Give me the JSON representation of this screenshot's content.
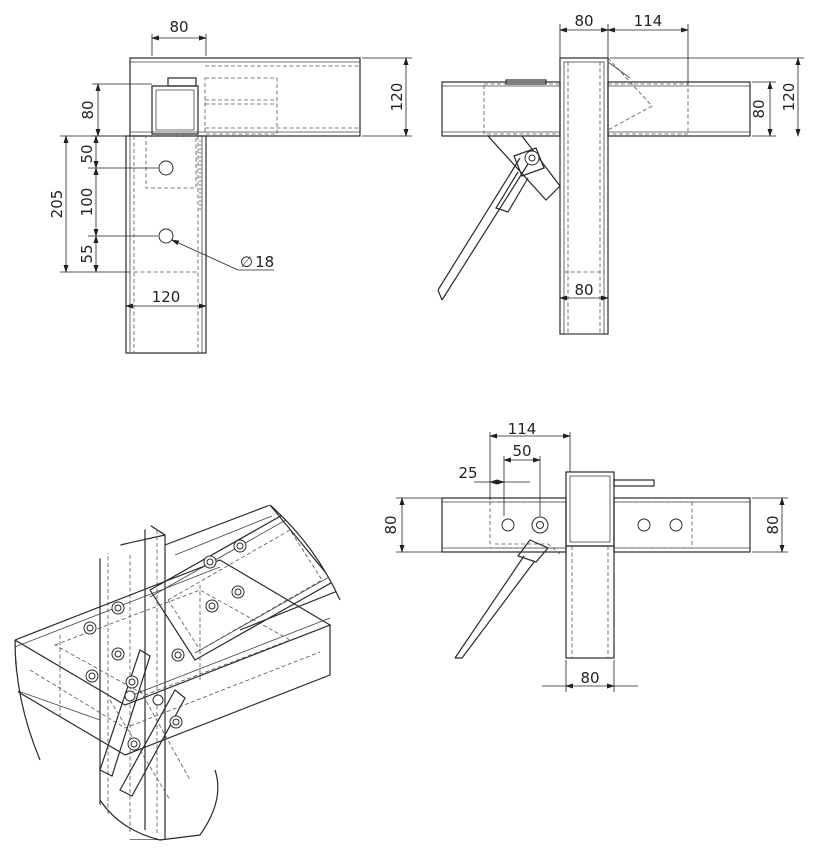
{
  "views": {
    "side_view": {
      "dim_top_width": "80",
      "dim_right_height": "120",
      "dim_upper_left": "80",
      "dim_hole_top": "50",
      "dim_total": "205",
      "dim_hole_spacing": "100",
      "dim_hole_bottom": "55",
      "dim_hole_diameter": "18",
      "dim_bottom_width": "120"
    },
    "front_view": {
      "dim_post_width": "80",
      "dim_offset": "114",
      "dim_beam_height": "80",
      "dim_total_height": "120",
      "dim_post_bottom": "80"
    },
    "top_view": {
      "dim_offset": "114",
      "dim_hole_spacing": "50",
      "dim_edge": "25",
      "dim_beam_left": "80",
      "dim_beam_right": "80",
      "dim_post_bottom": "80"
    }
  },
  "diameter_symbol": "∅"
}
